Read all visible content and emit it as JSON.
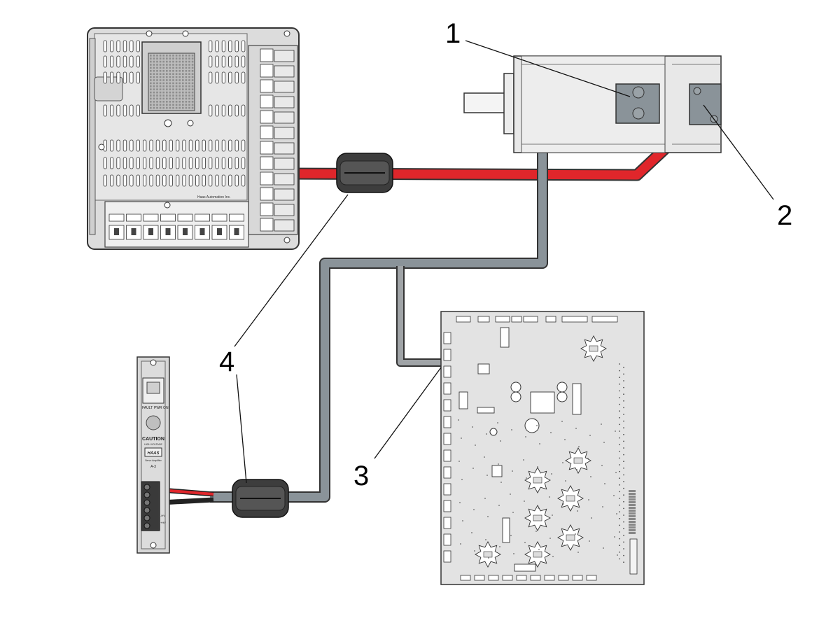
{
  "callouts": [
    {
      "id": "1",
      "label": "1"
    },
    {
      "id": "2",
      "label": "2"
    },
    {
      "id": "3",
      "label": "3"
    },
    {
      "id": "4a",
      "label": "4"
    }
  ],
  "controller": {
    "brand_text": "Haas Automation Inc."
  },
  "amplifier": {
    "fault_label": "FAULT",
    "pwr_label": "PWR ON",
    "caution_label": "CAUTION",
    "warning_small": "HIGH VOLTAGE",
    "brand_badge": "HAAS",
    "product_label": "Servo Amplifier",
    "model_label": "A-3",
    "term_label_1": "-HV",
    "term_label_2": "+HV"
  },
  "colors": {
    "power_cable": "#e0262b",
    "signal_cable": "#8a9399",
    "ferrite": "#3d3d3d",
    "board": "#e8e8e8",
    "outline": "#333333"
  }
}
